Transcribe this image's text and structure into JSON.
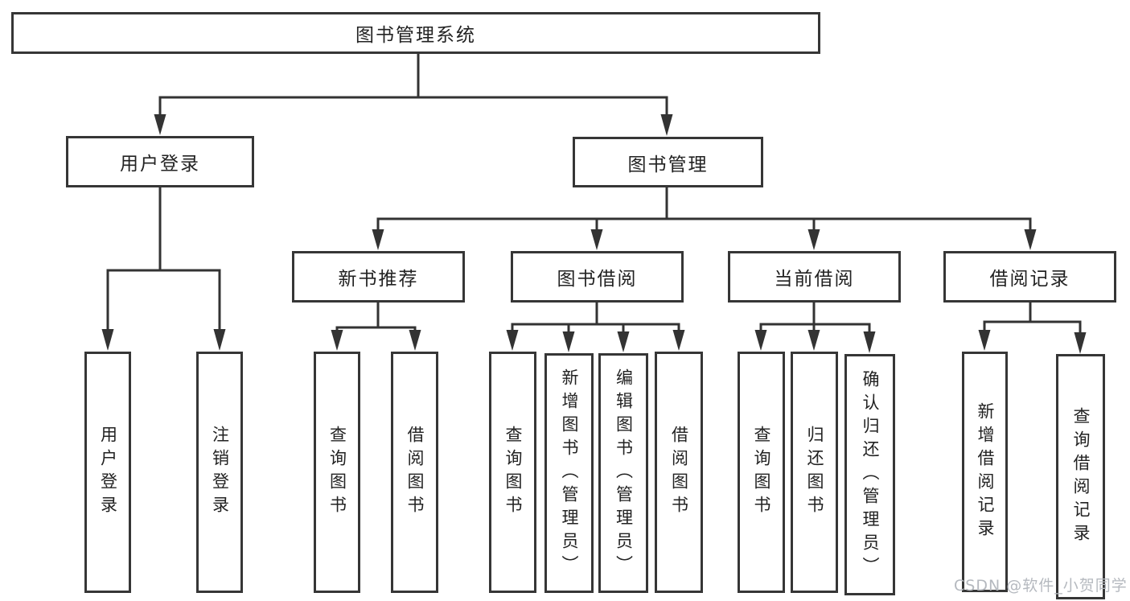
{
  "diagram": {
    "title": "图书管理系统",
    "type": "functional-structure-tree"
  },
  "colors": {
    "line": "#333333",
    "box_border": "#363636",
    "box_fill": "#ffffff",
    "text": "#222222",
    "watermark": "#b5b9bf"
  },
  "tree": {
    "root": {
      "label": "图书管理系统"
    },
    "level1": [
      {
        "label": "用户登录",
        "children": [
          {
            "label": "用户登录"
          },
          {
            "label": "注销登录"
          }
        ]
      },
      {
        "label": "图书管理",
        "children": [
          {
            "label": "新书推荐",
            "children": [
              {
                "label": "查询图书"
              },
              {
                "label": "借阅图书"
              }
            ]
          },
          {
            "label": "图书借阅",
            "children": [
              {
                "label": "查询图书"
              },
              {
                "label": "新增图书（管理员）"
              },
              {
                "label": "编辑图书（管理员）"
              },
              {
                "label": "借阅图书"
              }
            ]
          },
          {
            "label": "当前借阅",
            "children": [
              {
                "label": "查询图书"
              },
              {
                "label": "归还图书"
              },
              {
                "label": "确认归还（管理员）"
              }
            ]
          },
          {
            "label": "借阅记录",
            "children": [
              {
                "label": "新增借阅记录"
              },
              {
                "label": "查询借阅记录"
              }
            ]
          }
        ]
      }
    ]
  },
  "watermark": {
    "text": "CSDN @软件_小贺同学"
  }
}
